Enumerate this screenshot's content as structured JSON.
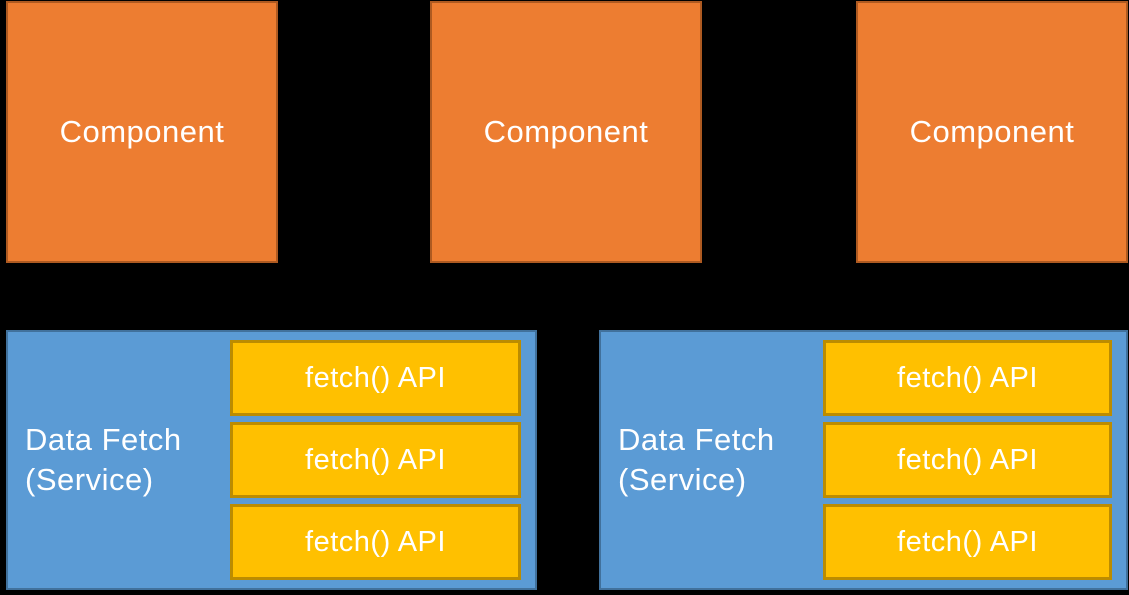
{
  "colors": {
    "background": "#000000",
    "component_fill": "#ED7D31",
    "component_border": "#AE5A21",
    "service_fill": "#5B9BD5",
    "service_border": "#41719C",
    "api_fill": "#FFC000",
    "api_border": "#BC8C00",
    "text": "#FFFFFF"
  },
  "components": [
    {
      "label": "Component"
    },
    {
      "label": "Component"
    },
    {
      "label": "Component"
    }
  ],
  "services": [
    {
      "label_line1": "Data Fetch",
      "label_line2": "(Service)",
      "apis": [
        "fetch() API",
        "fetch() API",
        "fetch() API"
      ]
    },
    {
      "label_line1": "Data Fetch",
      "label_line2": "(Service)",
      "apis": [
        "fetch() API",
        "fetch() API",
        "fetch() API"
      ]
    }
  ]
}
